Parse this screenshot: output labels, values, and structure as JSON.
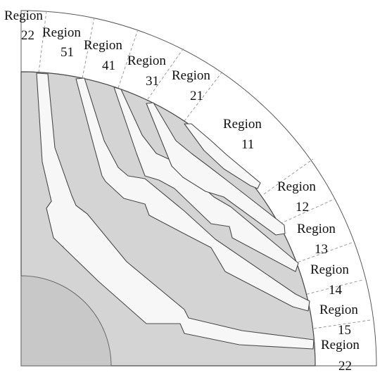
{
  "figure": {
    "colors": {
      "background": "#ffffff",
      "rotor_fill": "#d4d4d4",
      "rotor_shade": "#c8c8c8",
      "barrier_fill": "#f7f7f7",
      "outline": "#4a4a4a",
      "region_dash": "#9a9a9a",
      "text": "#111111"
    },
    "region_labels": [
      {
        "id": "r22-top",
        "line1": "Region",
        "line2": "22"
      },
      {
        "id": "r51",
        "line1": "Region",
        "line2": "51"
      },
      {
        "id": "r41",
        "line1": "Region",
        "line2": "41"
      },
      {
        "id": "r31",
        "line1": "Region",
        "line2": "31"
      },
      {
        "id": "r21",
        "line1": "Region",
        "line2": "21"
      },
      {
        "id": "r11",
        "line1": "Region",
        "line2": "11"
      },
      {
        "id": "r12",
        "line1": "Region",
        "line2": "12"
      },
      {
        "id": "r13",
        "line1": "Region",
        "line2": "13"
      },
      {
        "id": "r14",
        "line1": "Region",
        "line2": "14"
      },
      {
        "id": "r15",
        "line1": "Region",
        "line2": "15"
      },
      {
        "id": "r22-bottom",
        "line1": "Region",
        "line2": "22"
      }
    ]
  }
}
